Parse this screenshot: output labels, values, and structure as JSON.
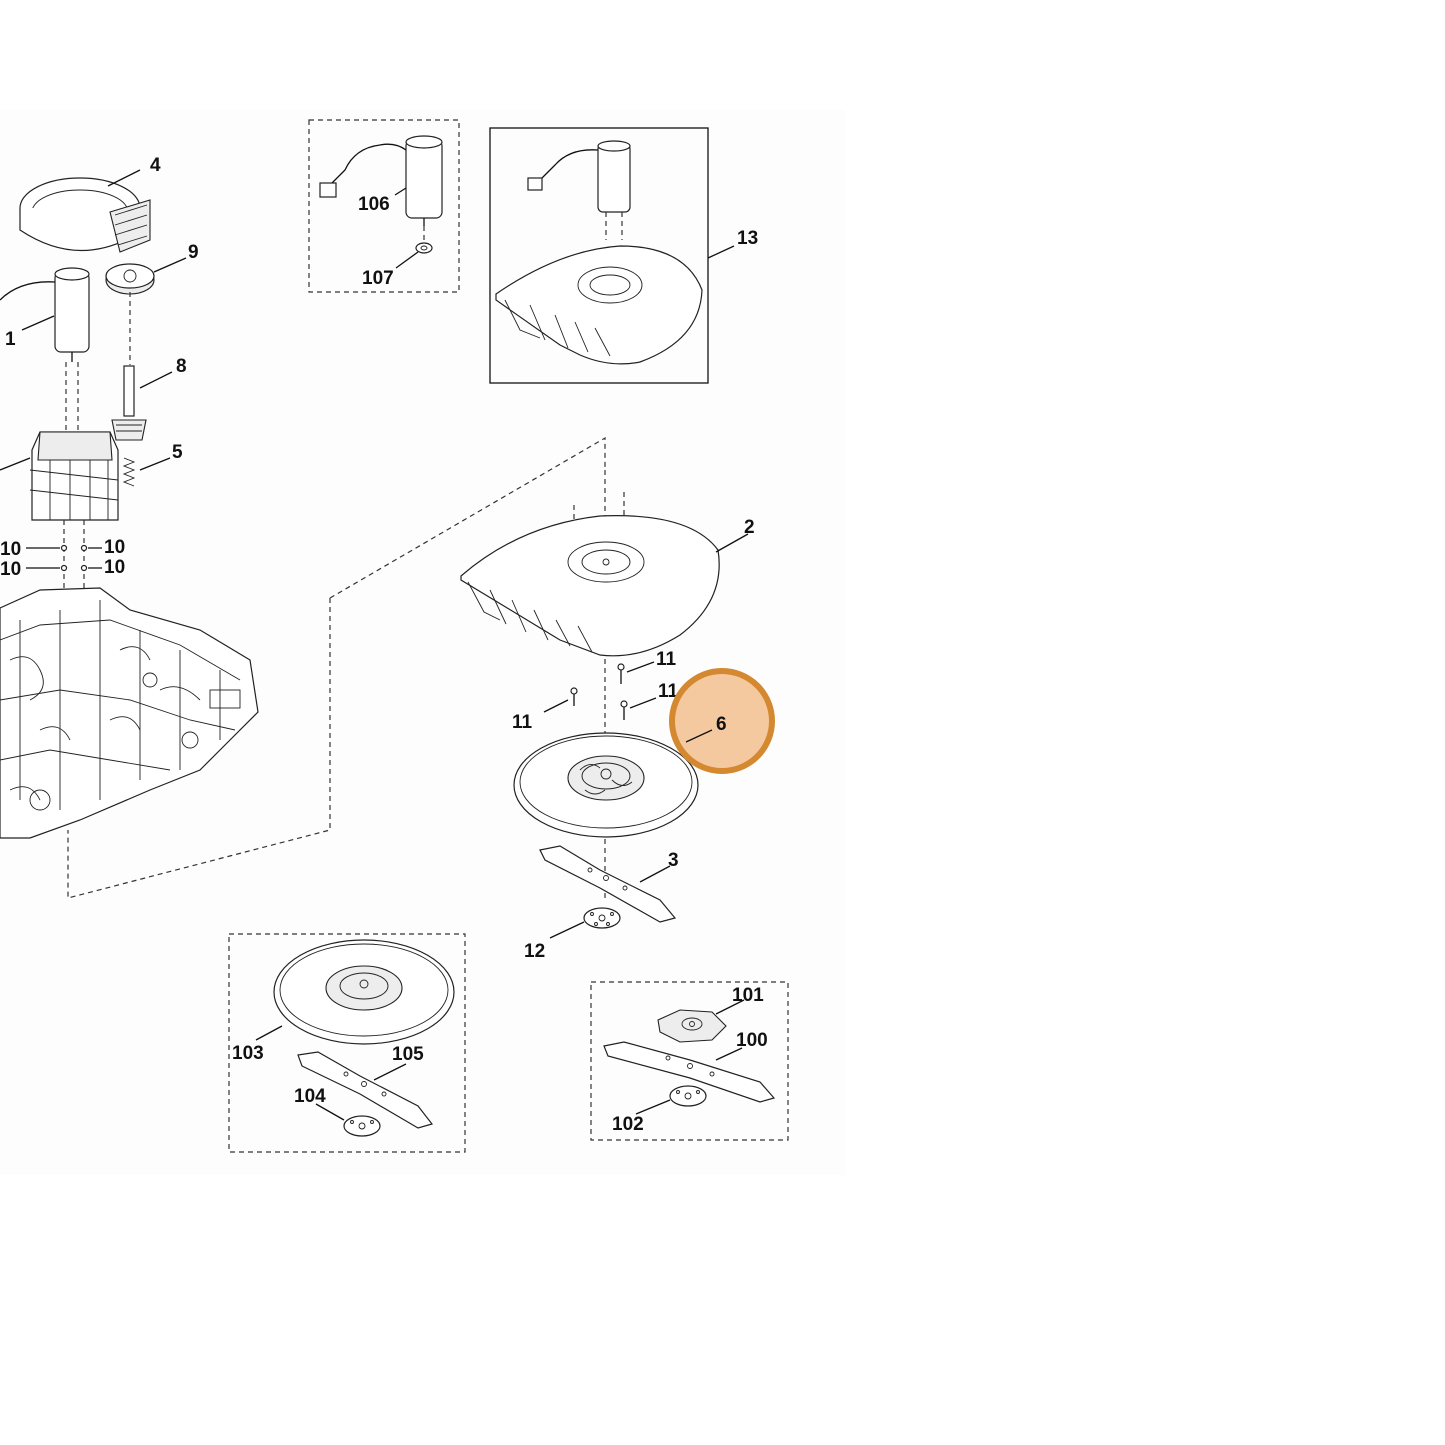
{
  "labels": {
    "l4": "4",
    "l9": "9",
    "l1": "1",
    "l8": "8",
    "l5": "5",
    "l10a": "10",
    "l10b": "10",
    "l10c": "10",
    "l10d": "10",
    "l106": "106",
    "l107": "107",
    "l13": "13",
    "l2": "2",
    "l11a": "11",
    "l11b": "11",
    "l11c": "11",
    "l6": "6",
    "l3": "3",
    "l12": "12",
    "l103": "103",
    "l105": "105",
    "l104": "104",
    "l101": "101",
    "l100": "100",
    "l102": "102"
  },
  "highlight": {
    "label": "6",
    "ring_color": "#d4882f",
    "fill_color": "#f5c9a0"
  }
}
